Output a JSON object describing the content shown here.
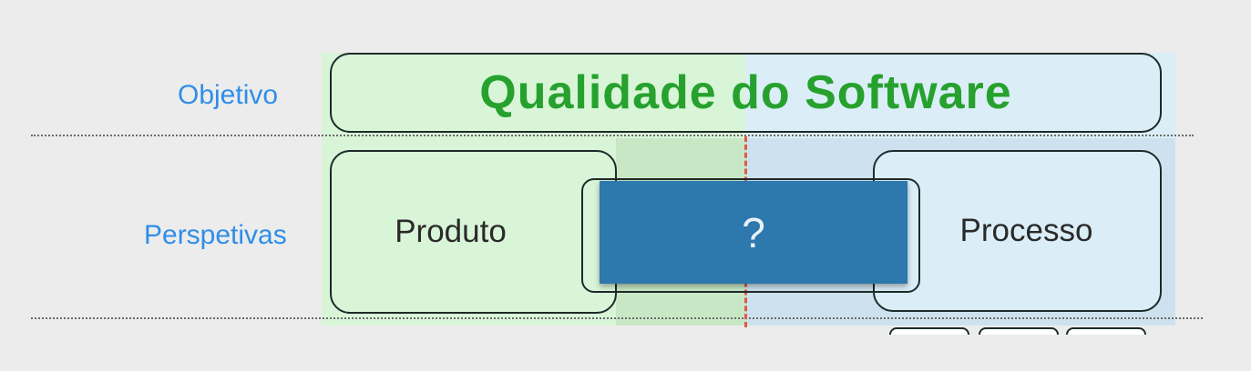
{
  "rows": {
    "objective_label": "Objetivo",
    "perspectives_label": "Perspetivas"
  },
  "title": "Qualidade do Software",
  "boxes": {
    "product": "Produto",
    "process": "Processo",
    "middle": "?"
  },
  "colors": {
    "background": "#ececec",
    "green_panel": "#d9f5d8",
    "blue_panel": "#dbeef8",
    "title_green": "#27a12e",
    "label_blue": "#2f8ee8",
    "card_blue": "#2d78ad",
    "divider_red": "#e05a46"
  }
}
